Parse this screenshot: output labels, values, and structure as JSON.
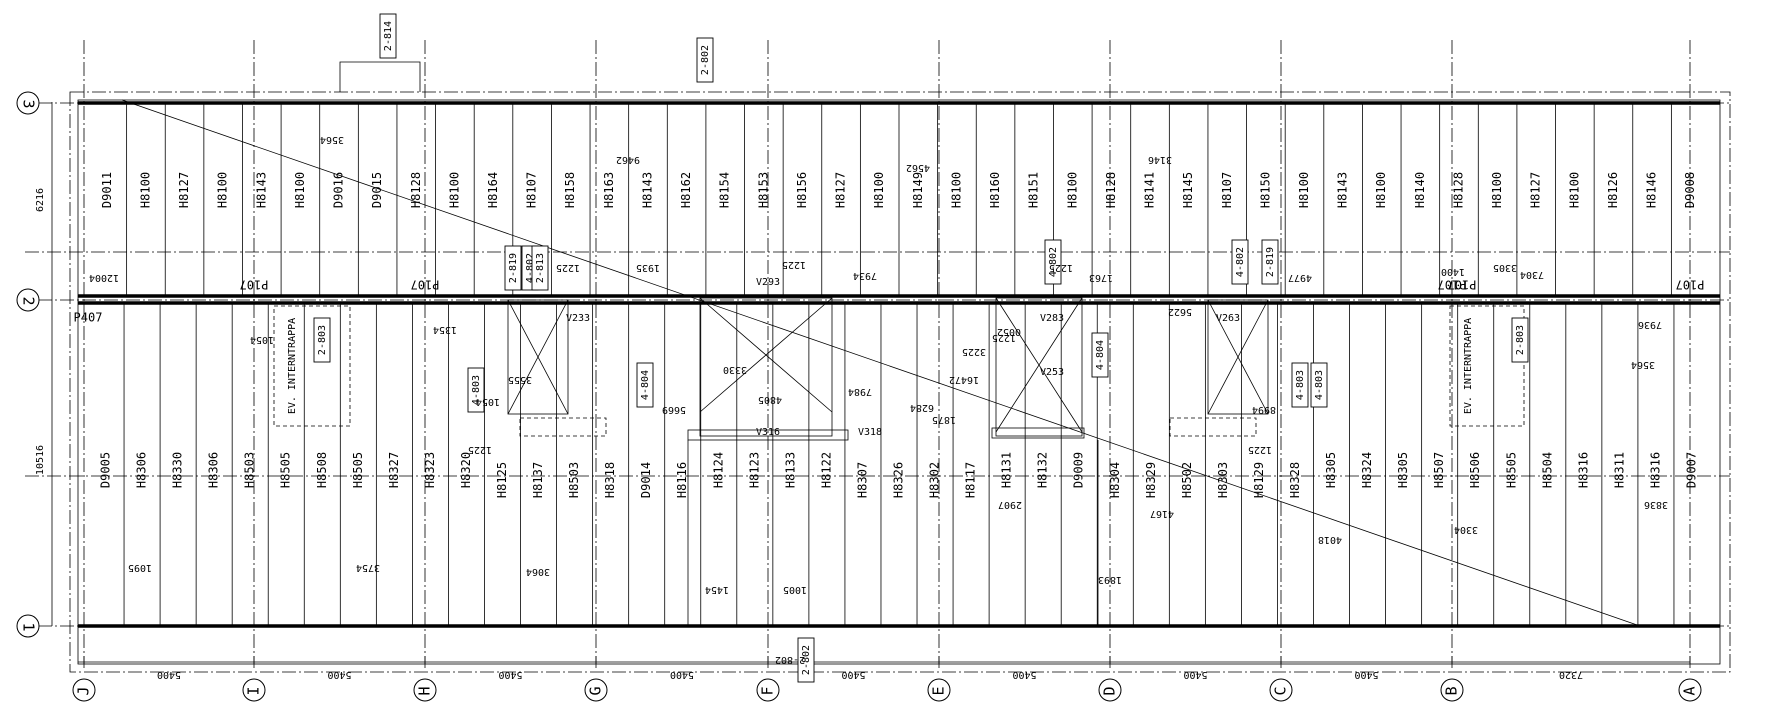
{
  "row_axes": [
    "3",
    "2",
    "1"
  ],
  "col_axes": [
    "J",
    "I",
    "H",
    "G",
    "F",
    "E",
    "D",
    "C",
    "B",
    "A"
  ],
  "span_dims": [
    {
      "left": "J",
      "right": "I",
      "text": "5400"
    },
    {
      "left": "I",
      "right": "H",
      "text": "5400"
    },
    {
      "left": "H",
      "right": "G",
      "text": "5400"
    },
    {
      "left": "G",
      "right": "F",
      "text": "5400"
    },
    {
      "left": "F",
      "right": "E",
      "text": "5400"
    },
    {
      "left": "E",
      "right": "D",
      "text": "5400"
    },
    {
      "left": "D",
      "right": "C",
      "text": "5400"
    },
    {
      "left": "C",
      "right": "B",
      "text": "5400"
    },
    {
      "left": "B",
      "right": "A",
      "text": "7320"
    }
  ],
  "row_dims": [
    "6216",
    "10516"
  ],
  "upper_labels": [
    "D9011",
    "H8100",
    "H8127",
    "H8100",
    "H8143",
    "H8100",
    "D9016",
    "D9015",
    "H8128",
    "H8100",
    "H8164",
    "H8107",
    "H8158",
    "H8163",
    "H8143",
    "H8162",
    "H8154",
    "H8153",
    "H8156",
    "H8127",
    "H8100",
    "H8149",
    "H8100",
    "H8160",
    "H8151",
    "H8100",
    "H8128",
    "H8141",
    "H8145",
    "H8107",
    "H8150",
    "H8100",
    "H8143",
    "H8100",
    "H8140",
    "H8128",
    "H8100",
    "H8127",
    "H8100",
    "H8126",
    "H8146",
    "D9008"
  ],
  "lower_labels": [
    "D9005",
    "H8306",
    "H8330",
    "H8306",
    "H8503",
    "H8505",
    "H8508",
    "H8505",
    "H8327",
    "H8323",
    "H8320",
    "H8125",
    "H8137",
    "H8503",
    "H8318",
    "D9014",
    "H8116",
    "H8124",
    "H8123",
    "H8133",
    "H8122",
    "H8307",
    "H8326",
    "H8302",
    "H8117",
    "H8131",
    "H8132",
    "D9009",
    "H8304",
    "H8329",
    "H8502",
    "H8303",
    "H8129",
    "H8328",
    "H8305",
    "H8324",
    "H8305",
    "H8507",
    "H8506",
    "H8505",
    "H8504",
    "H8316",
    "H8311",
    "H8316",
    "D9007"
  ],
  "section_refs": [
    "2-814",
    "2-802",
    "2-819",
    "4-802",
    "2-813",
    "4-803",
    "2-819",
    "4-802",
    "2-802",
    "4-802",
    "2-803",
    "2-803",
    "4-803",
    "4-804",
    "4-804",
    "4-803"
  ],
  "stair_note": "EV. INTERNTRAPPA",
  "beams": [
    "V233",
    "V293",
    "V283",
    "V263",
    "V316",
    "V318",
    "V253"
  ],
  "callouts": [
    "P407",
    "P107",
    "P107",
    "P107",
    "P107",
    "P107"
  ],
  "dims_upper": [
    "3564",
    "9462",
    "4562",
    "3146",
    "7934",
    "1935",
    "1225",
    "1225",
    "1225",
    "1400",
    "1763",
    "4977",
    "7304",
    "12004",
    "5622",
    "3305"
  ],
  "dims_lower": [
    "1095",
    "1354",
    "1054",
    "3754",
    "1454",
    "1005",
    "3064",
    "1225",
    "1225",
    "2907",
    "7984",
    "16472",
    "6284",
    "5669",
    "3330",
    "4805",
    "3555",
    "1875",
    "3836",
    "4167",
    "3304",
    "7936",
    "3564",
    "1893",
    "1054",
    "3225",
    "0052",
    "8994",
    "1225",
    "4018"
  ],
  "notes": [
    "2-802"
  ]
}
